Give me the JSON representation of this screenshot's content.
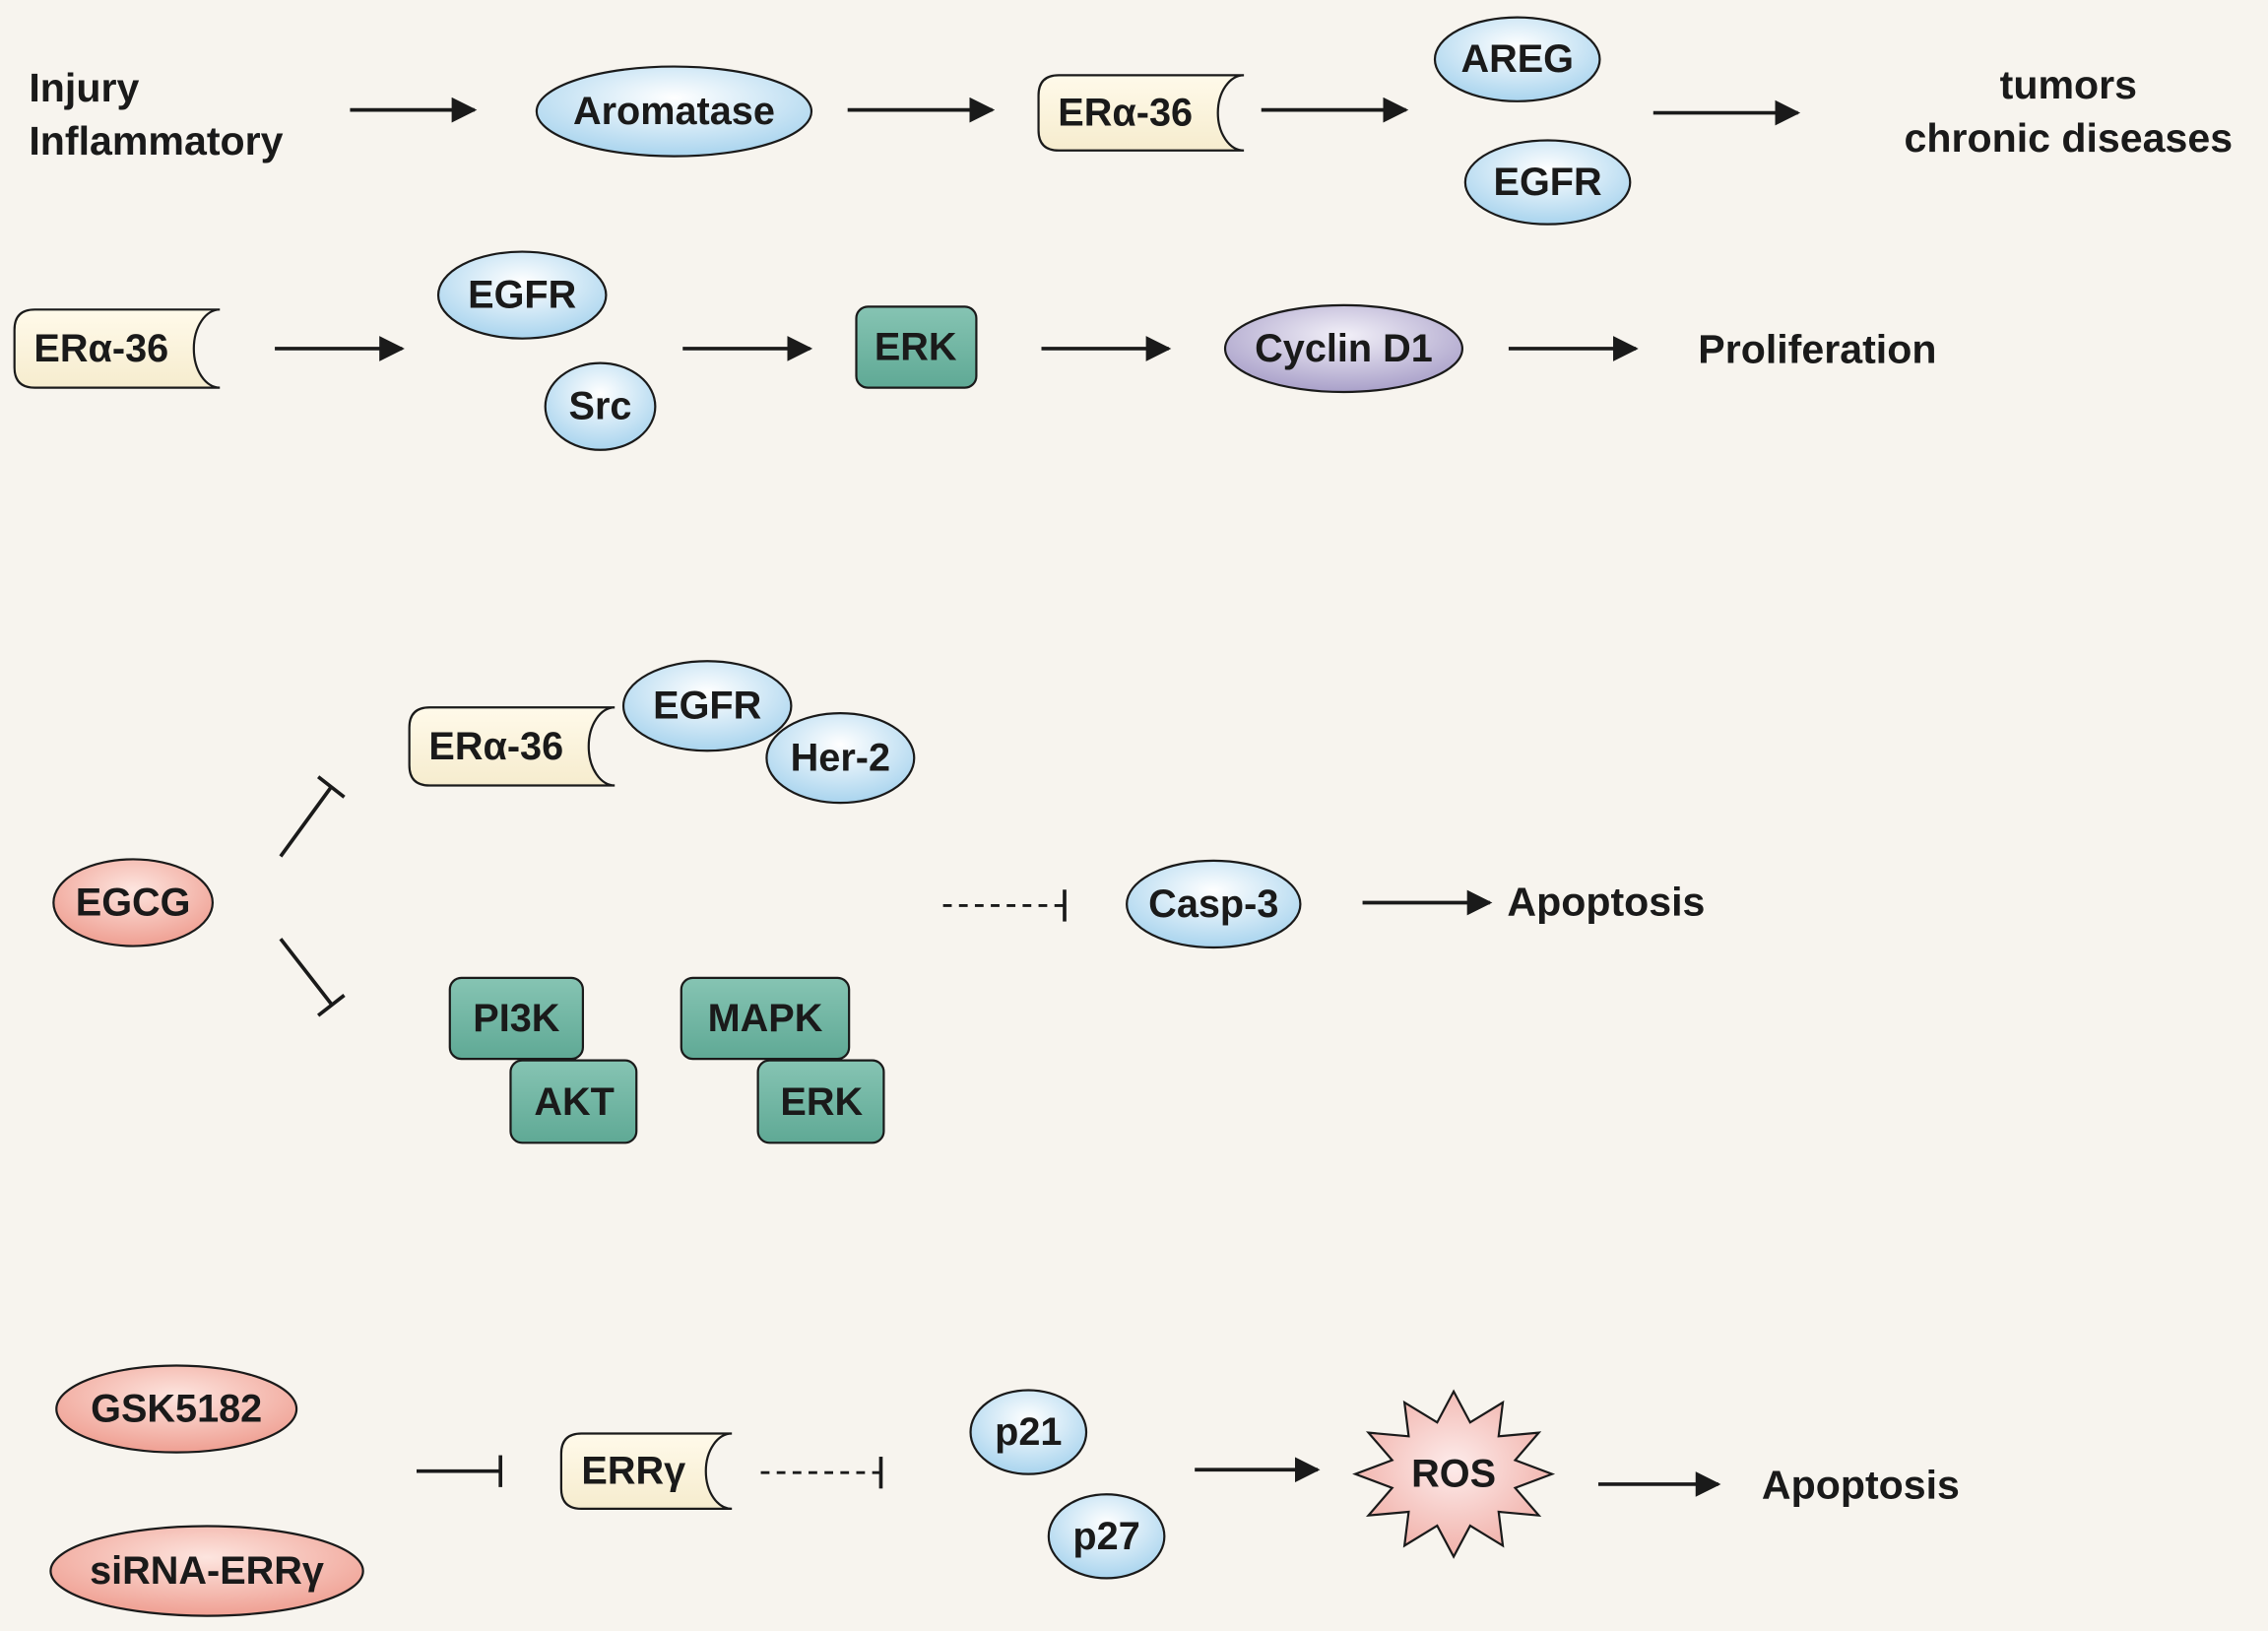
{
  "colors": {
    "background": "#f7f4ee",
    "protein_blue": "#bfe0f2",
    "receptor_cream": "#fbf3dc",
    "kinase_teal": "#6fb6a4",
    "cyclin_purple": "#c5bfd9",
    "inhibitor_pink": "#f3b6aa",
    "ros_pink": "#f6c4be",
    "line": "#1a1a1a"
  },
  "row1": {
    "start_line1": "Injury",
    "start_line2": "Inflammatory",
    "aromatase": "Aromatase",
    "era36": "ERα-36",
    "areg": "AREG",
    "egfr": "EGFR",
    "end_line1": "tumors",
    "end_line2": "chronic diseases"
  },
  "row2": {
    "era36": "ERα-36",
    "egfr": "EGFR",
    "src": "Src",
    "erk": "ERK",
    "cyclin": "Cyclin D1",
    "outcome": "Proliferation"
  },
  "row3": {
    "egcg": "EGCG",
    "era36": "ERα-36",
    "egfr": "EGFR",
    "her2": "Her-2",
    "pi3k": "PI3K",
    "akt": "AKT",
    "mapk": "MAPK",
    "erk": "ERK",
    "casp3": "Casp-3",
    "outcome": "Apoptosis"
  },
  "row4": {
    "gsk": "GSK5182",
    "sirna": "siRNA-ERRγ",
    "erry": "ERRγ",
    "p21": "p21",
    "p27": "p27",
    "ros": "ROS",
    "outcome": "Apoptosis"
  }
}
